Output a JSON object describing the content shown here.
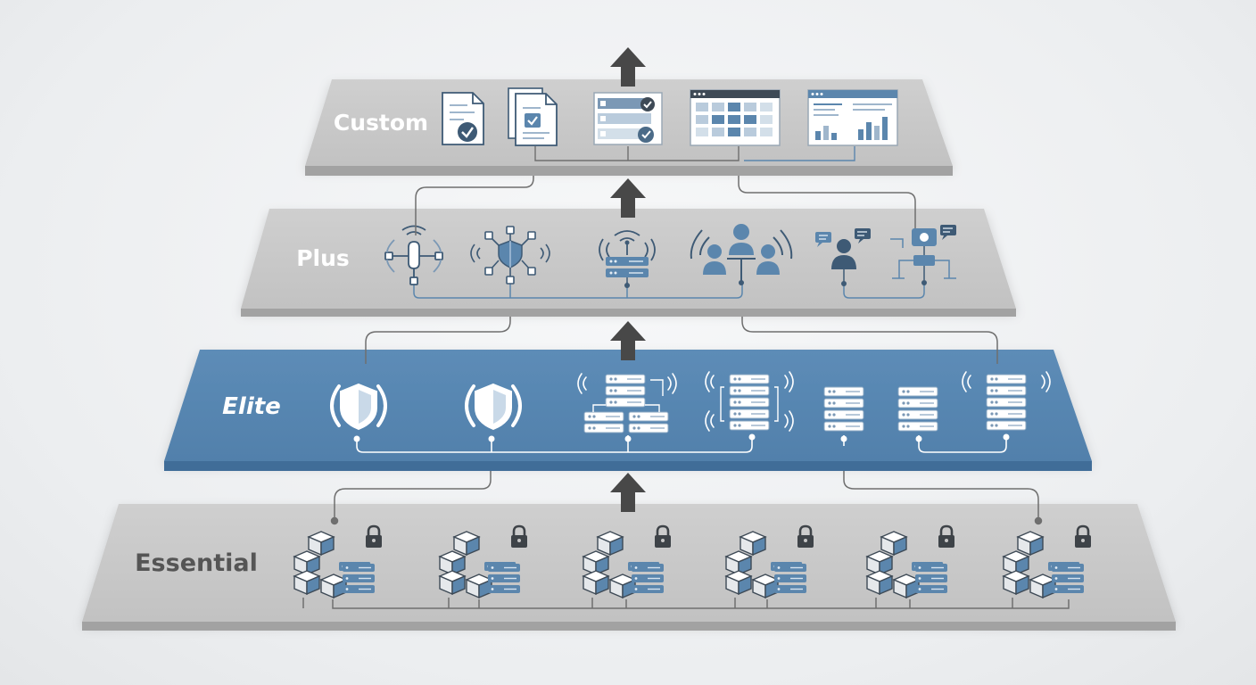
{
  "tiers": {
    "custom": {
      "label": "Custom"
    },
    "plus": {
      "label": "Plus"
    },
    "elite": {
      "label": "Elite"
    },
    "essential": {
      "label": "Essential"
    }
  },
  "icons": {
    "custom": [
      "document-check-icon",
      "documents-check-icon",
      "checklist-icon",
      "spreadsheet-grid-icon",
      "report-dashboard-icon"
    ],
    "plus": [
      "wireless-sensor-icon",
      "network-shield-icon",
      "wifi-router-icon",
      "team-broadcast-icon",
      "user-chat-icon",
      "org-chart-icon"
    ],
    "elite": [
      "shield-signal-icon",
      "shield-signal-icon",
      "server-cluster-icon",
      "server-stack-signal-icon",
      "server-stack-icon",
      "server-stack-icon",
      "server-stack-signal-icon"
    ],
    "essential": [
      "locked-server-cubes-icon",
      "locked-server-cubes-icon",
      "locked-server-cubes-icon",
      "locked-server-cubes-icon",
      "locked-server-cubes-icon",
      "locked-server-cubes-icon"
    ]
  },
  "colors": {
    "gray_tier": "#c6c6c6",
    "gray_tier_edge": "#9d9d9d",
    "elite_tier": "#5584b0",
    "elite_tier_edge": "#3e6a93",
    "icon_blue": "#5b86ad",
    "icon_dark": "#3e5a75",
    "arrow": "#484848",
    "label_light": "#ffffff",
    "label_dark": "#555555"
  }
}
